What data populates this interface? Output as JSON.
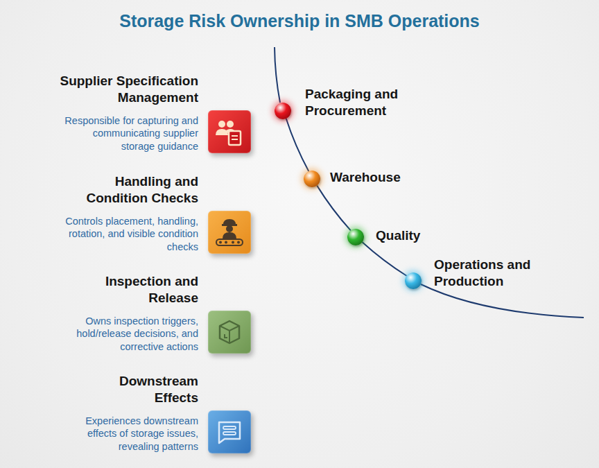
{
  "diagram": {
    "title": "Storage Risk Ownership in SMB Operations",
    "nodes": [
      {
        "text": [
          "Supplier Specification Management",
          "Responsible for capturing and communicating supplier storage guidance"
        ]
      },
      {
        "text": [
          "Handling and Condition Checks",
          "Controls placement, handling, rotation, and visible condition checks"
        ]
      },
      {
        "text": [
          "Inspection and Release",
          "Owns inspection triggers, hold/release decisions, and corrective actions"
        ]
      },
      {
        "text": [
          "Downstream Effects",
          "Experiences downstream effects of storage issues, revealing patterns"
        ]
      },
      {
        "text": [
          "Packaging and Procurement"
        ]
      },
      {
        "text": [
          "Warehouse"
        ]
      },
      {
        "text": [
          "Quality"
        ]
      },
      {
        "text": [
          "Operations and Production"
        ]
      }
    ],
    "edges": [
      {
        "from": 4,
        "to": 5,
        "arrow": "none"
      },
      {
        "from": 5,
        "to": 6,
        "arrow": "none"
      },
      {
        "from": 6,
        "to": 7,
        "arrow": "none"
      }
    ]
  }
}
